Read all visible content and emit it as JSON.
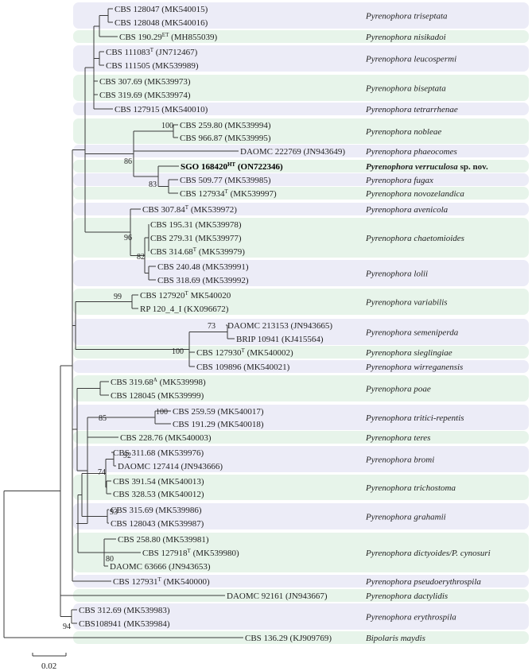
{
  "colors": {
    "band_purple": "#ececf7",
    "band_green": "#e7f4ea",
    "line": "#3a3a3a"
  },
  "leaves": [
    {
      "text": "CBS 128047 (MK540015)"
    },
    {
      "text": "CBS 128048 (MK540016)"
    },
    {
      "text": "CBS 190.29",
      "sup": "ET",
      "rest": " (MH855039)"
    },
    {
      "text": "CBS 111083",
      "sup": "T",
      "rest": " (JN712467)"
    },
    {
      "text": "CBS 111505 (MK539989)"
    },
    {
      "text": "CBS 307.69 (MK539973)"
    },
    {
      "text": "CBS 319.69 (MK539974)"
    },
    {
      "text": "CBS 127915 (MK540010)"
    },
    {
      "text": "CBS 259.80 (MK539994)"
    },
    {
      "text": "CBS 966.87 (MK539995)"
    },
    {
      "text": "DAOMC 222769 (JN943649)"
    },
    {
      "text": "SGO 168420",
      "sup": "HT",
      "rest": " (ON722346)",
      "bold": true
    },
    {
      "text": "CBS 509.77 (MK539985)"
    },
    {
      "text": "CBS 127934",
      "sup": "T",
      "rest": " (MK539997)"
    },
    {
      "text": "CBS 307.84",
      "sup": "T",
      "rest": " (MK539972)"
    },
    {
      "text": "CBS 195.31 (MK539978)"
    },
    {
      "text": "CBS 279.31 (MK539977)"
    },
    {
      "text": "CBS 314.68",
      "sup": "T",
      "rest": " (MK539979)"
    },
    {
      "text": "CBS 240.48 (MK539991)"
    },
    {
      "text": "CBS 318.69 (MK539992)"
    },
    {
      "text": "CBS 127920",
      "sup": "T",
      "rest": " MK540020"
    },
    {
      "text": "RP 120_4_I (KX096672)"
    },
    {
      "text": "DAOMC 213153 (JN943665)"
    },
    {
      "text": "BRIP 10941 (KJ415564)"
    },
    {
      "text": "CBS 127930",
      "sup": "T",
      "rest": " (MK540002)"
    },
    {
      "text": "CBS 109896 (MK540021)"
    },
    {
      "text": "CBS 319.68",
      "sup": "A",
      "rest": " (MK539998)"
    },
    {
      "text": "CBS 128045 (MK539999)"
    },
    {
      "text": "CBS 259.59 (MK540017)"
    },
    {
      "text": "CBS 191.29 (MK540018)"
    },
    {
      "text": "CBS 228.76 (MK540003)"
    },
    {
      "text": "CBS 311.68 (MK539976)"
    },
    {
      "text": "DAOMC 127414 (JN943666)"
    },
    {
      "text": "CBS 391.54 (MK540013)"
    },
    {
      "text": "CBS 328.53 (MK540012)"
    },
    {
      "text": "CBS 315.69 (MK539986)"
    },
    {
      "text": "CBS 128043 (MK539987)"
    },
    {
      "text": "CBS 258.80 (MK539981)"
    },
    {
      "text": "CBS 127918",
      "sup": "T",
      "rest": " (MK539980)"
    },
    {
      "text": "DAOMC 63666 (JN943653)"
    },
    {
      "text": "CBS 127931",
      "sup": "T",
      "rest": " (MK540000)"
    },
    {
      "text": "DAOMC 92161 (JN943667)"
    },
    {
      "text": "CBS 312.69 (MK539983)"
    },
    {
      "text": "CBS108941 (MK539984)"
    },
    {
      "text": "CBS 136.29 (KJ909769)"
    }
  ],
  "taxa": [
    {
      "name": "Pyrenophora triseptata"
    },
    {
      "name": "Pyrenophora nisikadoi"
    },
    {
      "name": "Pyrenophora leucospermi"
    },
    {
      "name": "Pyrenophora biseptata"
    },
    {
      "name": "Pyrenophora tetrarrhenae"
    },
    {
      "name": "Pyrenophora nobleae"
    },
    {
      "name": "Pyrenophora phaeocomes"
    },
    {
      "name": "Pyrenophora verruculosa",
      "suffix": " sp. nov.",
      "bold": true
    },
    {
      "name": "Pyrenophora fugax"
    },
    {
      "name": "Pyrenophora novozelandica"
    },
    {
      "name": "Pyrenophora avenicola"
    },
    {
      "name": "Pyrenophora chaetomioides"
    },
    {
      "name": "Pyrenophora lolii"
    },
    {
      "name": "Pyrenophora variabilis"
    },
    {
      "name": "Pyrenophora semeniperda"
    },
    {
      "name": "Pyrenophora sieglingiae"
    },
    {
      "name": "Pyrenophora wirreganensis"
    },
    {
      "name": "Pyrenophora poae"
    },
    {
      "name": "Pyrenophora tritici-repentis"
    },
    {
      "name": "Pyrenophora teres"
    },
    {
      "name": "Pyrenophora bromi"
    },
    {
      "name": "Pyrenophora trichostoma"
    },
    {
      "name": "Pyrenophora grahamii"
    },
    {
      "name": "Pyrenophora dictyoides/P. cynosuri"
    },
    {
      "name": "Pyrenophora pseudoerythrospila"
    },
    {
      "name": "Pyrenophora dactylidis"
    },
    {
      "name": "Pyrenophora erythrospila"
    },
    {
      "name": "Bipolaris maydis"
    }
  ],
  "support": [
    "100",
    "86",
    "83",
    "96",
    "82",
    "99",
    "73",
    "100",
    "85",
    "100",
    "92",
    "74",
    "93",
    "80",
    "94"
  ],
  "scale_label": "0.02"
}
